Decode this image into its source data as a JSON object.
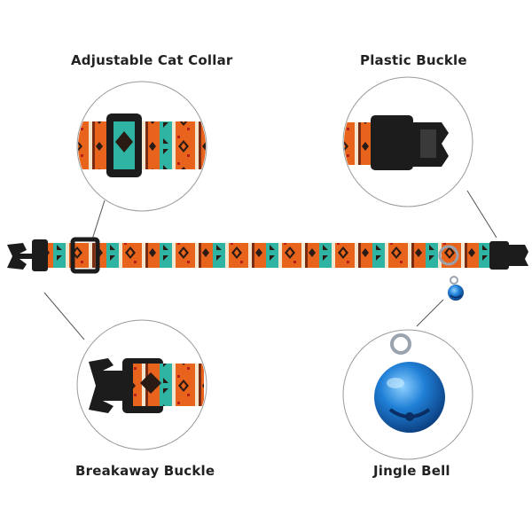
{
  "labels": {
    "adjustable": "Adjustable Cat Collar",
    "plastic": "Plastic Buckle",
    "breakaway": "Breakaway Buckle",
    "jingle": "Jingle Bell"
  },
  "colors": {
    "orange": "#e8631c",
    "teal": "#2fb3a3",
    "dark": "#2a1a14",
    "cream": "#f3e6cf",
    "buckle": "#1c1c1c",
    "bell": "#1f7fd6"
  }
}
